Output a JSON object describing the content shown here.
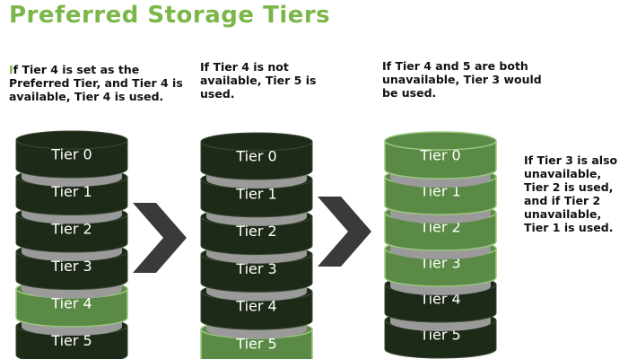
{
  "title": "Preferred Storage Tiers",
  "captions": [
    {
      "first_letter": "I",
      "rest": "f Tier 4 is set as the\nPreferred Tier, and Tier 4 is\navailable, Tier 4 is used."
    },
    {
      "first_letter": "",
      "rest": " If Tier 4 is not\navailable, Tier 5 is\nused."
    },
    {
      "first_letter": "",
      "rest": "If Tier 4 and 5 are both\nunavailable, Tier 3 would\nbe used."
    },
    {
      "first_letter": "",
      "rest": "If Tier 3 is also\nunavailable,\nTier 2 is used,\nand if Tier 2\n unavailable,\nTier 1 is used."
    }
  ],
  "colors": {
    "title": "#7ab648",
    "disk_dark": "#1e2a18",
    "disk_dark_edge": "#3b4a31",
    "disk_selected": "#5a8a45",
    "disk_selected_edge": "#9cc97f",
    "spacer": "#9a9a9a",
    "arrow": "#3a3a3a"
  },
  "stacks": [
    {
      "tiers": [
        {
          "label": "Tier 0",
          "selected": false
        },
        {
          "label": "Tier 1",
          "selected": false
        },
        {
          "label": "Tier 2",
          "selected": false
        },
        {
          "label": "Tier 3",
          "selected": false
        },
        {
          "label": "Tier 4",
          "selected": true
        },
        {
          "label": "Tier 5",
          "selected": false
        }
      ]
    },
    {
      "tiers": [
        {
          "label": "Tier 0",
          "selected": false
        },
        {
          "label": "Tier 1",
          "selected": false
        },
        {
          "label": "Tier 2",
          "selected": false
        },
        {
          "label": "Tier 3",
          "selected": false
        },
        {
          "label": "Tier 4",
          "selected": false
        },
        {
          "label": "Tier 5",
          "selected": true
        }
      ]
    },
    {
      "tiers": [
        {
          "label": "Tier 0",
          "selected": true
        },
        {
          "label": "Tier 1",
          "selected": true
        },
        {
          "label": "Tier 2",
          "selected": true
        },
        {
          "label": "Tier 3",
          "selected": true
        },
        {
          "label": "Tier 4",
          "selected": false
        },
        {
          "label": "Tier 5",
          "selected": false
        }
      ]
    }
  ],
  "arrows": [
    {
      "icon": "chevron-right-icon"
    },
    {
      "icon": "chevron-right-icon"
    }
  ]
}
